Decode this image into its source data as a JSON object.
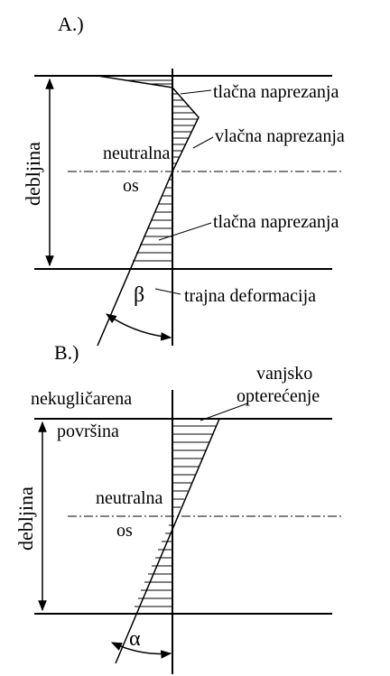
{
  "diagram_a": {
    "heading": "A.)",
    "axis_label": "debljina",
    "neutral_label_line1": "neutralna",
    "neutral_label_line2": "os",
    "annotation_compressive_top": "tlačna naprezanja",
    "annotation_tensile": "vlačna naprezanja",
    "annotation_compressive_bottom": "tlačna naprezanja",
    "angle_symbol": "β",
    "angle_annotation": "trajna deformacija"
  },
  "diagram_b": {
    "heading": "B.)",
    "surface_label_line1": "nekugličarena",
    "surface_label_line2": "površina",
    "load_label_line1": "vanjsko",
    "load_label_line2": "opterećenje",
    "axis_label": "debljina",
    "neutral_label_line1": "neutralna",
    "neutral_label_line2": "os",
    "angle_symbol": "α"
  }
}
